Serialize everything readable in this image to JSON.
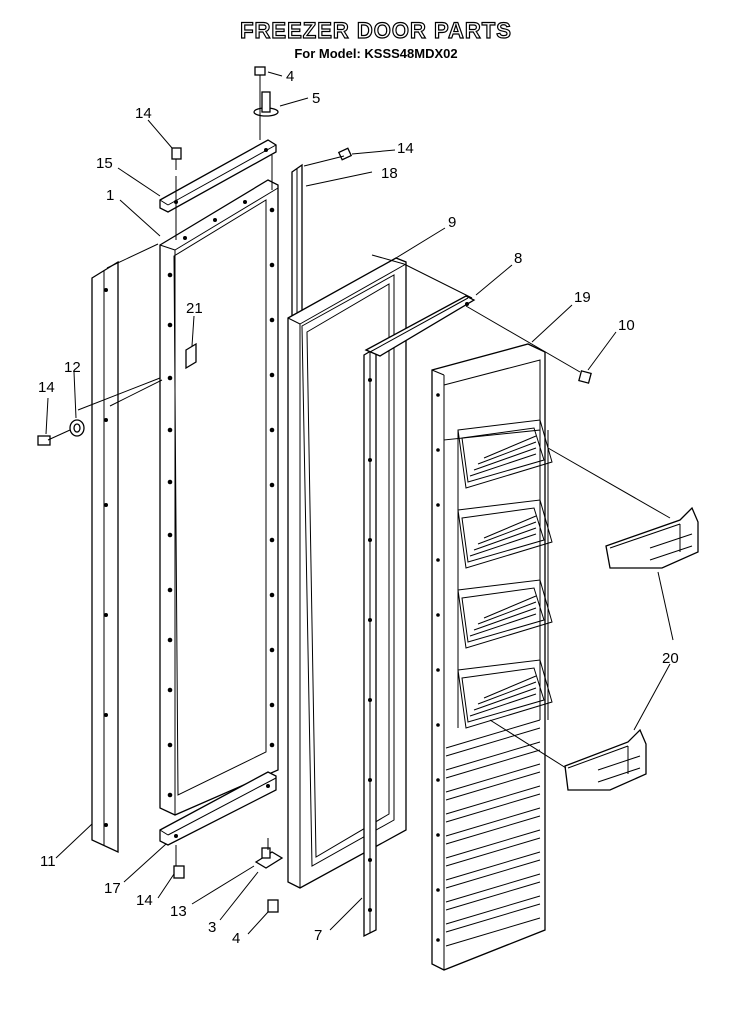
{
  "diagram": {
    "title": "FREEZER DOOR PARTS",
    "subtitle": "For Model: KSSS48MDX02"
  },
  "callouts": {
    "c4_top": "4",
    "c5": "5",
    "c14_topleft": "14",
    "c14_topright": "14",
    "c18": "18",
    "c15": "15",
    "c1": "1",
    "c9": "9",
    "c8": "8",
    "c19": "19",
    "c10": "10",
    "c21": "21",
    "c12": "12",
    "c14_left": "14",
    "c20": "20",
    "c11": "11",
    "c17": "17",
    "c14_bottom": "14",
    "c13": "13",
    "c3": "3",
    "c4_bottom": "4",
    "c7": "7"
  }
}
